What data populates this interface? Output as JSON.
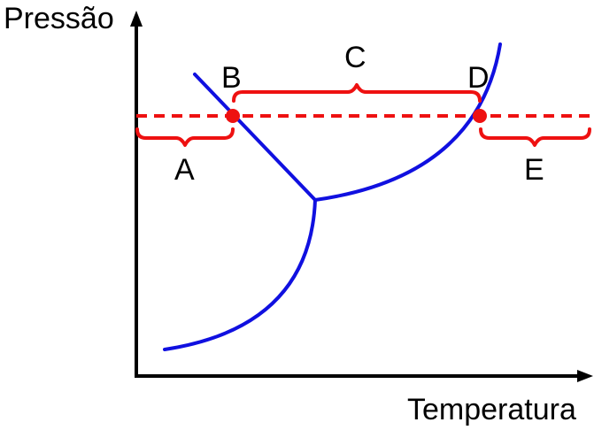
{
  "axes": {
    "y_label": "Pressão",
    "x_label": "Temperatura"
  },
  "labels": {
    "A": "A",
    "B": "B",
    "C": "C",
    "D": "D",
    "E": "E"
  },
  "colors": {
    "axis": "#000000",
    "curve": "#1010e0",
    "isobar": "#ee1111"
  }
}
